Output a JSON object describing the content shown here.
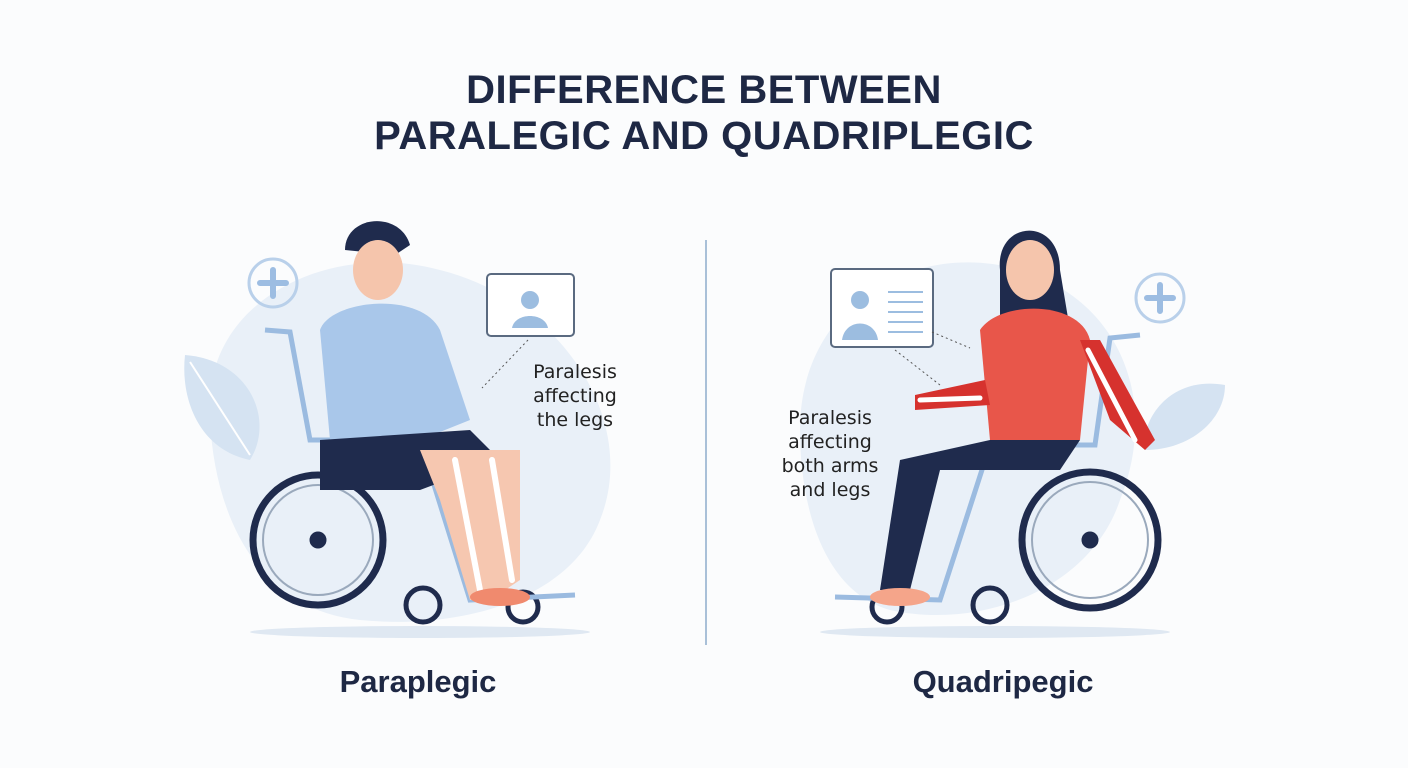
{
  "title": {
    "line1": "DIFFERENCE BETWEEN",
    "line2": "PARALEGIC AND QUADRIPLEGIC"
  },
  "left": {
    "caption": [
      "Paralesis",
      "affecting",
      "the legs"
    ],
    "label": "Paraplegic",
    "highlight_color": "#f08a6e"
  },
  "right": {
    "caption": [
      "Paralesis",
      "affecting",
      "both arms",
      "and legs"
    ],
    "label": "Quadripegic",
    "highlight_color": "#d6322e"
  },
  "colors": {
    "title": "#1e2844",
    "divider": "#a9c0d8",
    "shirt_left": "#a9c7ea",
    "shirt_right": "#e8564a",
    "pants": "#1f2b4d"
  },
  "icons": [
    "medical-cross-icon",
    "xray-card-icon",
    "leaf-icon",
    "wheelchair-icon"
  ]
}
